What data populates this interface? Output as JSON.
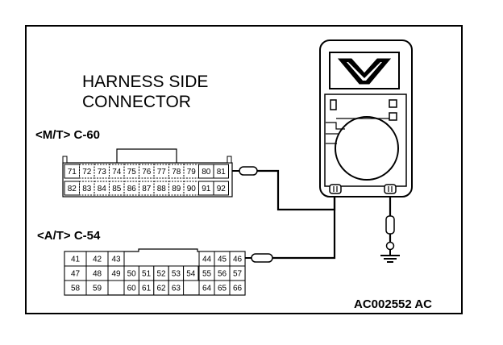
{
  "title_line1": "HARNESS SIDE",
  "title_line2": "CONNECTOR",
  "mt_connector": {
    "label": "<M/T> C-60",
    "top_row": [
      "71",
      "72",
      "73",
      "74",
      "75",
      "76",
      "77",
      "78",
      "79",
      "80",
      "81"
    ],
    "bottom_row": [
      "82",
      "83",
      "84",
      "85",
      "86",
      "87",
      "88",
      "89",
      "90",
      "91",
      "92"
    ]
  },
  "at_connector": {
    "label": "<A/T> C-54",
    "left_block": [
      [
        "41",
        "42",
        "43"
      ],
      [
        "47",
        "48",
        "49"
      ],
      [
        "58",
        "59"
      ]
    ],
    "middle_rows": [
      [
        "50",
        "51",
        "52",
        "53",
        "54"
      ],
      [
        "60",
        "61",
        "62",
        "63"
      ]
    ],
    "right_block": [
      [
        "44",
        "45",
        "46"
      ],
      [
        "55",
        "56",
        "57"
      ],
      [
        "64",
        "65",
        "66"
      ]
    ]
  },
  "code": "AC002552 AC"
}
